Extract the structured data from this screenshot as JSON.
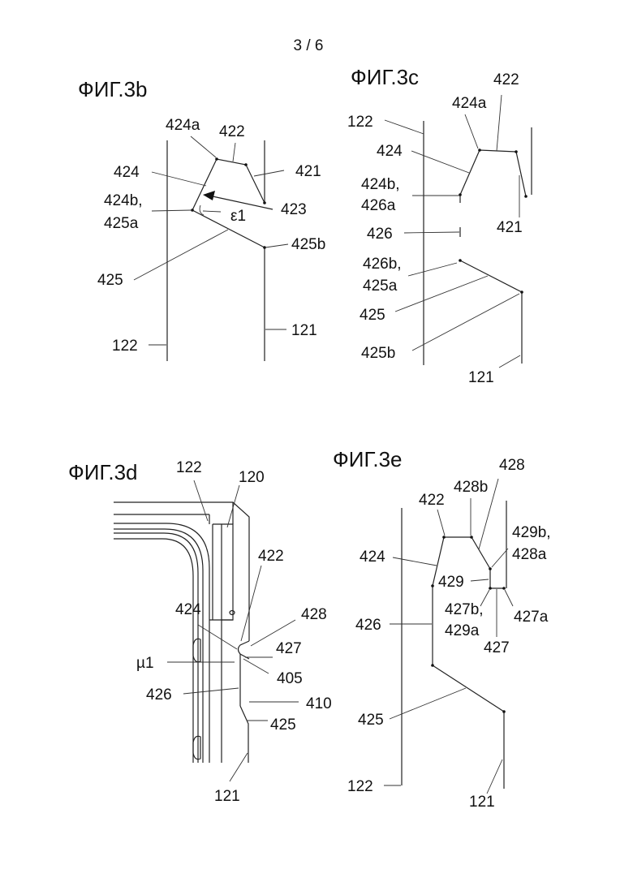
{
  "page_number": "3 / 6",
  "fig3b": {
    "title": "ФИГ.3b",
    "labels": {
      "l424a": "424a",
      "l422": "422",
      "l424": "424",
      "l421": "421",
      "l424b": "424b,",
      "l425a": "425a",
      "l423": "423",
      "le1": "ε1",
      "l425b": "425b",
      "l425": "425",
      "l121": "121",
      "l122": "122"
    }
  },
  "fig3c": {
    "title": "ФИГ.3c",
    "labels": {
      "l422": "422",
      "l424a": "424a",
      "l122": "122",
      "l424": "424",
      "l424b": "424b,",
      "l426a": "426a",
      "l421": "421",
      "l426": "426",
      "l426b": "426b,",
      "l425a": "425a",
      "l425": "425",
      "l425b": "425b",
      "l121": "121"
    }
  },
  "fig3d": {
    "title": "ФИГ.3d",
    "labels": {
      "l122": "122",
      "l120": "120",
      "l422": "422",
      "l424": "424",
      "l428": "428",
      "l427": "427",
      "lmu1": "µ1",
      "l405": "405",
      "l426": "426",
      "l410": "410",
      "l425": "425",
      "l121": "121"
    }
  },
  "fig3e": {
    "title": "ФИГ.3e",
    "labels": {
      "l428": "428",
      "l422": "422",
      "l428b": "428b",
      "l429b": "429b,",
      "l428a": "428a",
      "l424": "424",
      "l429": "429",
      "l427b": "427b,",
      "l429a": "429a",
      "l427a": "427a",
      "l426": "426",
      "l427": "427",
      "l425": "425",
      "l122": "122",
      "l121": "121"
    }
  }
}
